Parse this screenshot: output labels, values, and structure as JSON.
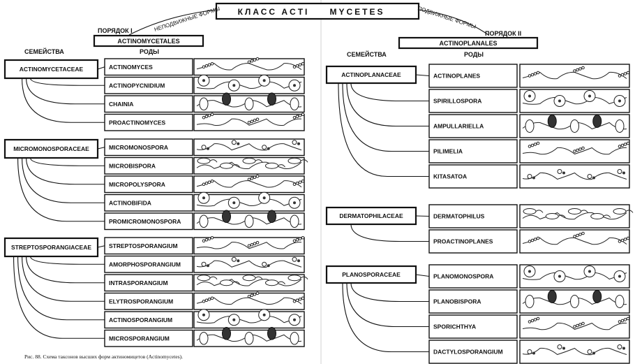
{
  "title": {
    "left": "КЛАСС  ACTI",
    "right": "MYCETES"
  },
  "motility": {
    "left": "НЕПОДВИЖНЫЕ ФОРМЫ",
    "right": "ПОДВИЖНЫЕ ФОРМЫ"
  },
  "orders": {
    "left": {
      "label": "ПОРЯДОК I",
      "name": "ACTINOMYCETALES"
    },
    "right": {
      "label": "ПОРЯДОК II",
      "name": "ACTINOPLANALES"
    }
  },
  "column_headers": {
    "families": "СЕМЕЙСТВА",
    "genera": "РОДЫ"
  },
  "left_families": [
    {
      "name": "ACTINOMYCETACEAE",
      "genera": [
        "ACTINOMYCES",
        "ACTINOPYCNIDIUM",
        "CHAINIA",
        "PROACTINOMYCES"
      ]
    },
    {
      "name": "MICROMONOSPORACEAE",
      "genera": [
        "MICROMONOSPORA",
        "MICROBISPORA",
        "MICROPOLYSPORA",
        "ACTINOBIFIDA",
        "PROMICROMONOSPORA"
      ]
    },
    {
      "name": "STREPTOSPORANGIACEAE",
      "genera": [
        "STREPTOSPORANGIUM",
        "AMORPHOSPORANGIUM",
        "INTRASPORANGIUM",
        "ELYTROSPORANGIUM",
        "ACTINOSPORANGIUM",
        "MICROSPORANGIUM"
      ]
    }
  ],
  "right_families": [
    {
      "name": "ACTINOPLANACEAE",
      "genera": [
        "ACTINOPLANES",
        "SPIRILLOSPORA",
        "AMPULLARIELLA",
        "PILIMELIA",
        "KITASATOA"
      ]
    },
    {
      "name": "DERMATOPHILACEAE",
      "genera": [
        "DERMATOPHILUS",
        "PROACTINOPLANES"
      ]
    },
    {
      "name": "PLANOSPORACEAE",
      "genera": [
        "PLANOMONOSPORA",
        "PLANOBISPORA",
        "SPORICHTHYA",
        "DACTYLOSPORANGIUM"
      ]
    }
  ],
  "caption": "Рис. 88. Схема таксонов высших форм актиномицетов (Actinomycetes)."
}
